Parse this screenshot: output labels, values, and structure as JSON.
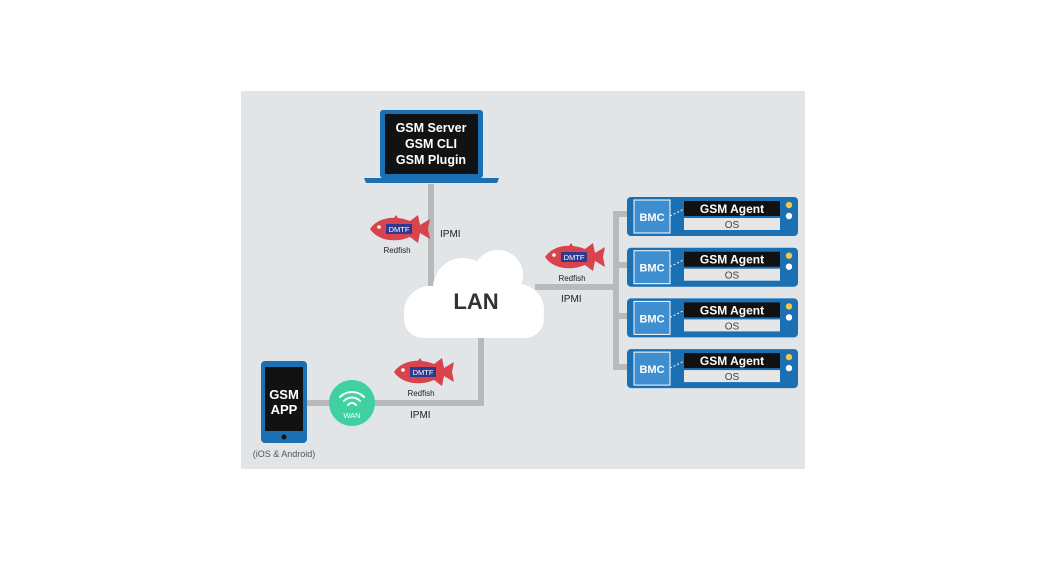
{
  "colors": {
    "background": "#e1e5e8",
    "device_blue": "#1b6fb3",
    "screen_black": "#121212",
    "line_gray": "#b9b9b9",
    "cloud_white": "#ffffff",
    "wan_green": "#3fd1a1",
    "redfish_red": "#d9434d",
    "agent_bar": "#111111",
    "os_bar": "#e6e6e6",
    "led_yellow": "#f2c64a",
    "led_white": "#ffffff"
  },
  "server": {
    "lines": [
      "GSM Server",
      "GSM CLI",
      "GSM Plugin"
    ]
  },
  "cloud": {
    "label": "LAN"
  },
  "phone": {
    "lines": [
      "GSM",
      "APP"
    ],
    "caption": "(iOS & Android)"
  },
  "wan": {
    "label": "WAN",
    "icon": "wifi-icon"
  },
  "redfish": {
    "badge": "DMTF",
    "caption": "Redfish",
    "icon": "redfish-fish-icon"
  },
  "links": {
    "server_protocol": "IPMI",
    "agents_protocol": "IPMI",
    "phone_protocol": "IPMI"
  },
  "servers": [
    {
      "bmc": "BMC",
      "agent": "GSM Agent",
      "os": "OS"
    },
    {
      "bmc": "BMC",
      "agent": "GSM Agent",
      "os": "OS"
    },
    {
      "bmc": "BMC",
      "agent": "GSM Agent",
      "os": "OS"
    },
    {
      "bmc": "BMC",
      "agent": "GSM Agent",
      "os": "OS"
    }
  ]
}
